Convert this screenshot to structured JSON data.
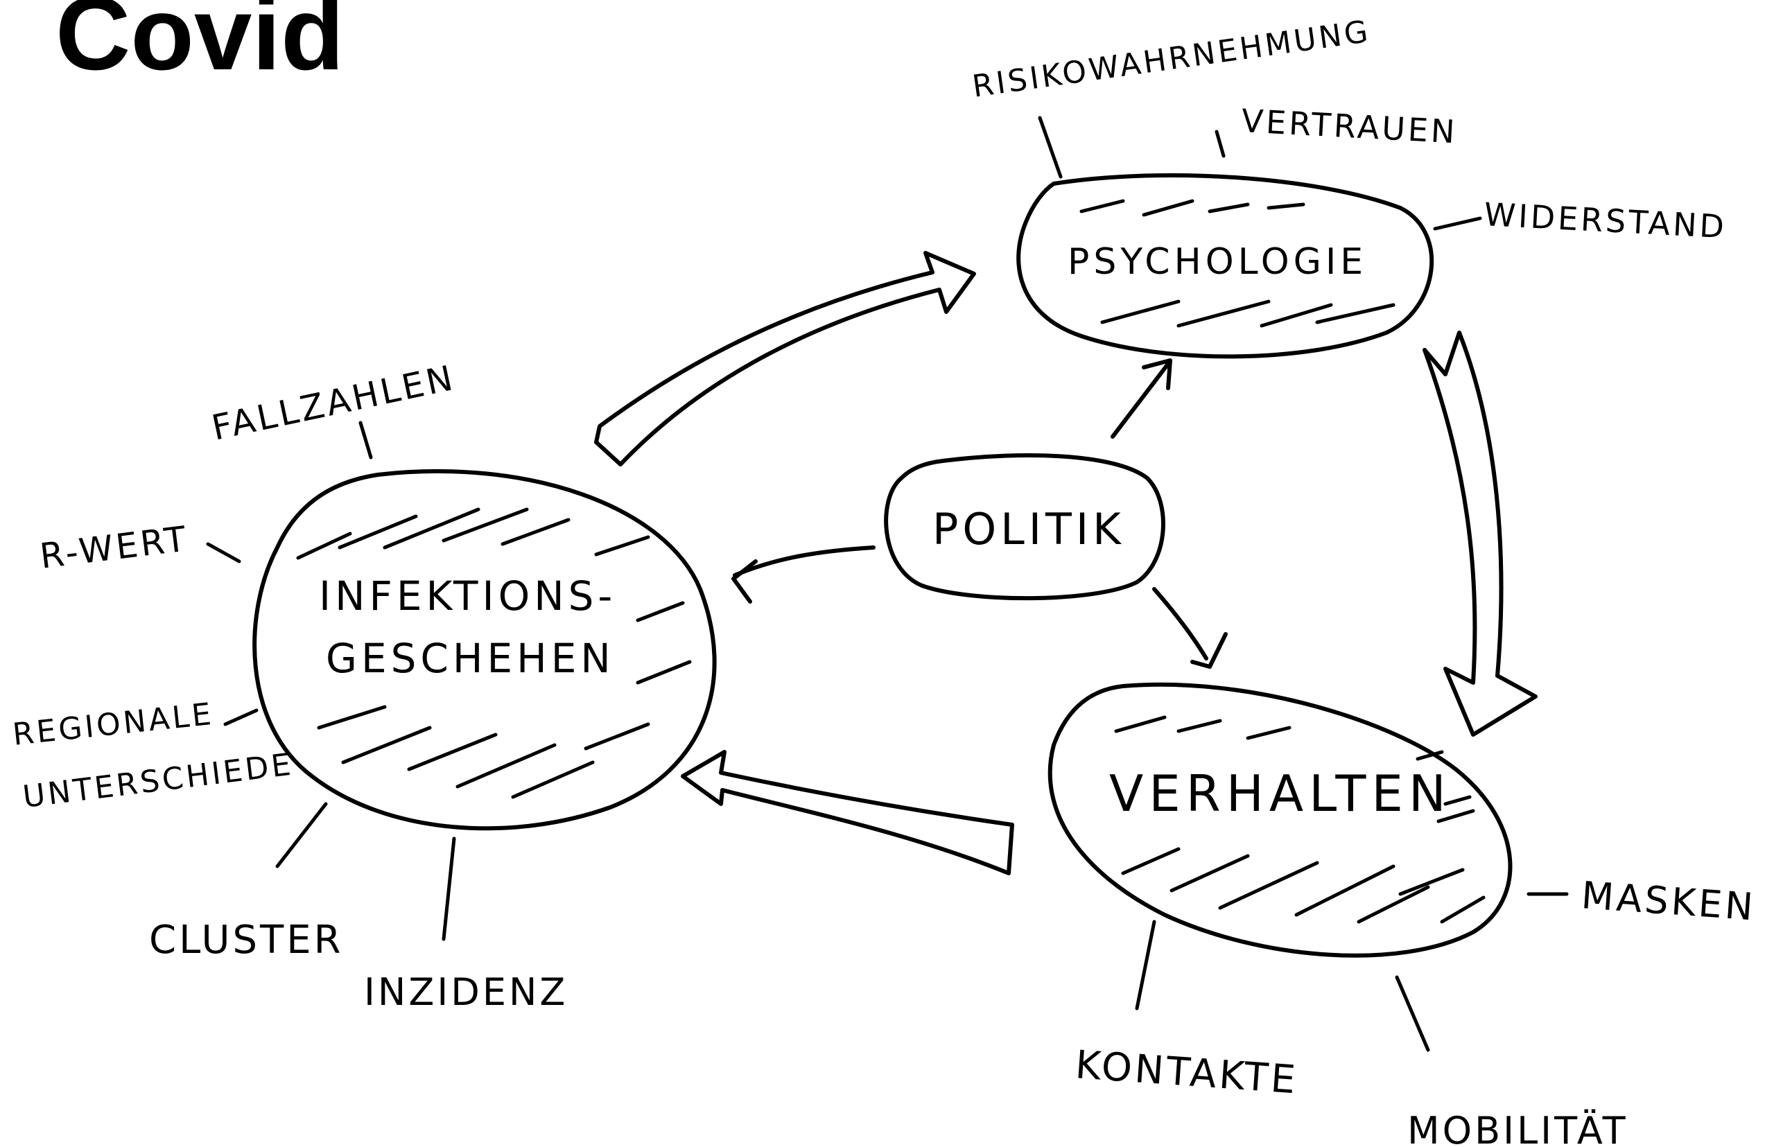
{
  "title": "Covid",
  "nodes": {
    "infektion": {
      "line1": "INFEKTIONS-",
      "line2": "GESCHEHEN"
    },
    "psychologie": {
      "label": "PSYCHOLOGIE"
    },
    "verhalten": {
      "label": "VERHALTEN"
    },
    "politik": {
      "label": "POLITIK"
    }
  },
  "factors": {
    "infektion": {
      "fallzahlen": "FALLZAHLEN",
      "r_wert": "R-WERT",
      "regionale": "REGIONALE",
      "unterschiede": "UNTERSCHIEDE",
      "cluster": "CLUSTER",
      "inzidenz": "INZIDENZ"
    },
    "psychologie": {
      "risikowahrnehmung": "RISIKOWAHRNEHMUNG",
      "vertrauen": "VERTRAUEN",
      "widerstand": "WIDERSTAND"
    },
    "verhalten": {
      "masken": "MASKEN",
      "kontakte": "KONTAKTE",
      "mobilitaet": "MOBILITÄT"
    }
  }
}
